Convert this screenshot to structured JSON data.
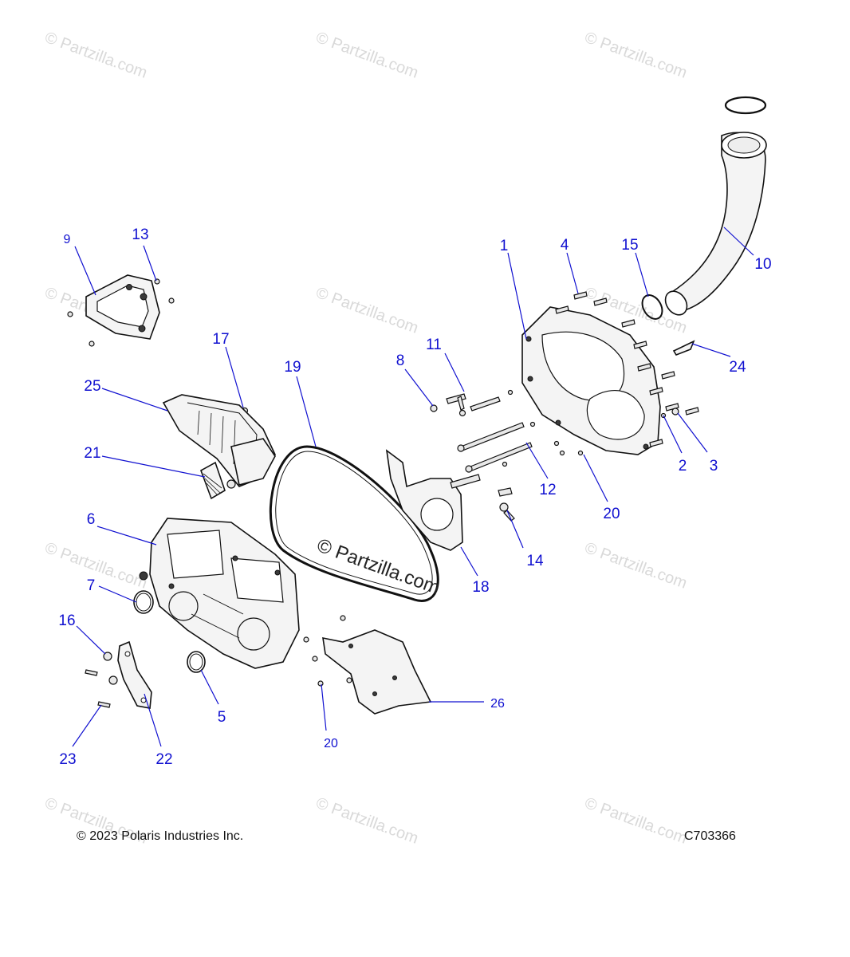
{
  "watermark": "© Partzilla.com",
  "copyright": "© 2023 Polaris Industries Inc.",
  "diagram_code": "C703366",
  "callouts": [
    {
      "id": "c1",
      "label": "1"
    },
    {
      "id": "c2",
      "label": "2"
    },
    {
      "id": "c3",
      "label": "3"
    },
    {
      "id": "c4",
      "label": "4"
    },
    {
      "id": "c5",
      "label": "5"
    },
    {
      "id": "c6",
      "label": "6"
    },
    {
      "id": "c7",
      "label": "7"
    },
    {
      "id": "c8",
      "label": "8"
    },
    {
      "id": "c9",
      "label": "9"
    },
    {
      "id": "c10",
      "label": "10"
    },
    {
      "id": "c11",
      "label": "11"
    },
    {
      "id": "c12",
      "label": "12"
    },
    {
      "id": "c13",
      "label": "13"
    },
    {
      "id": "c14",
      "label": "14"
    },
    {
      "id": "c15",
      "label": "15"
    },
    {
      "id": "c16",
      "label": "16"
    },
    {
      "id": "c17",
      "label": "17"
    },
    {
      "id": "c18",
      "label": "18"
    },
    {
      "id": "c19",
      "label": "19"
    },
    {
      "id": "c20a",
      "label": "20"
    },
    {
      "id": "c20b",
      "label": "20"
    },
    {
      "id": "c21",
      "label": "21"
    },
    {
      "id": "c22",
      "label": "22"
    },
    {
      "id": "c23",
      "label": "23"
    },
    {
      "id": "c24",
      "label": "24"
    },
    {
      "id": "c25",
      "label": "25"
    },
    {
      "id": "c26",
      "label": "26"
    }
  ]
}
